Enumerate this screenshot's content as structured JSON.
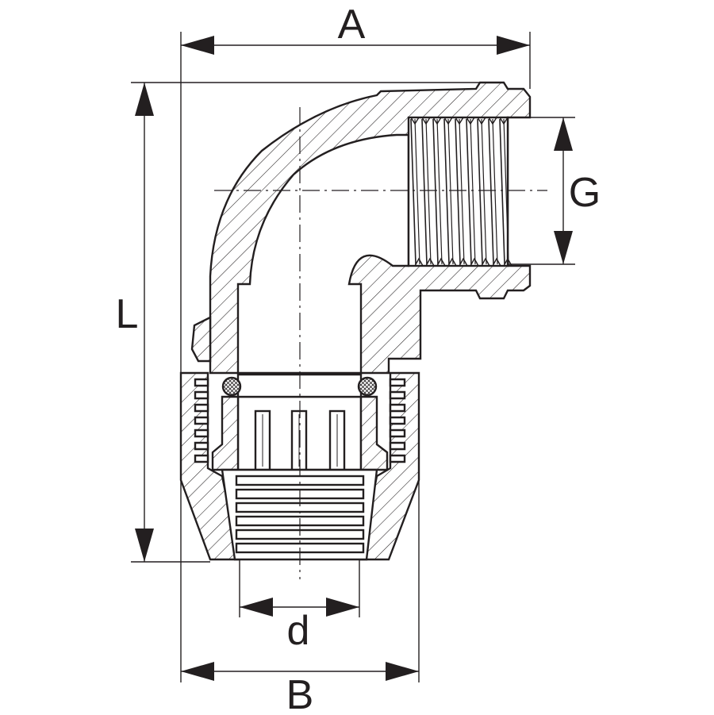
{
  "diagram": {
    "dimensions": {
      "A": "A",
      "G": "G",
      "L": "L",
      "d": "d",
      "B": "B"
    },
    "colors": {
      "line": "#231f20",
      "background": "#ffffff"
    }
  }
}
